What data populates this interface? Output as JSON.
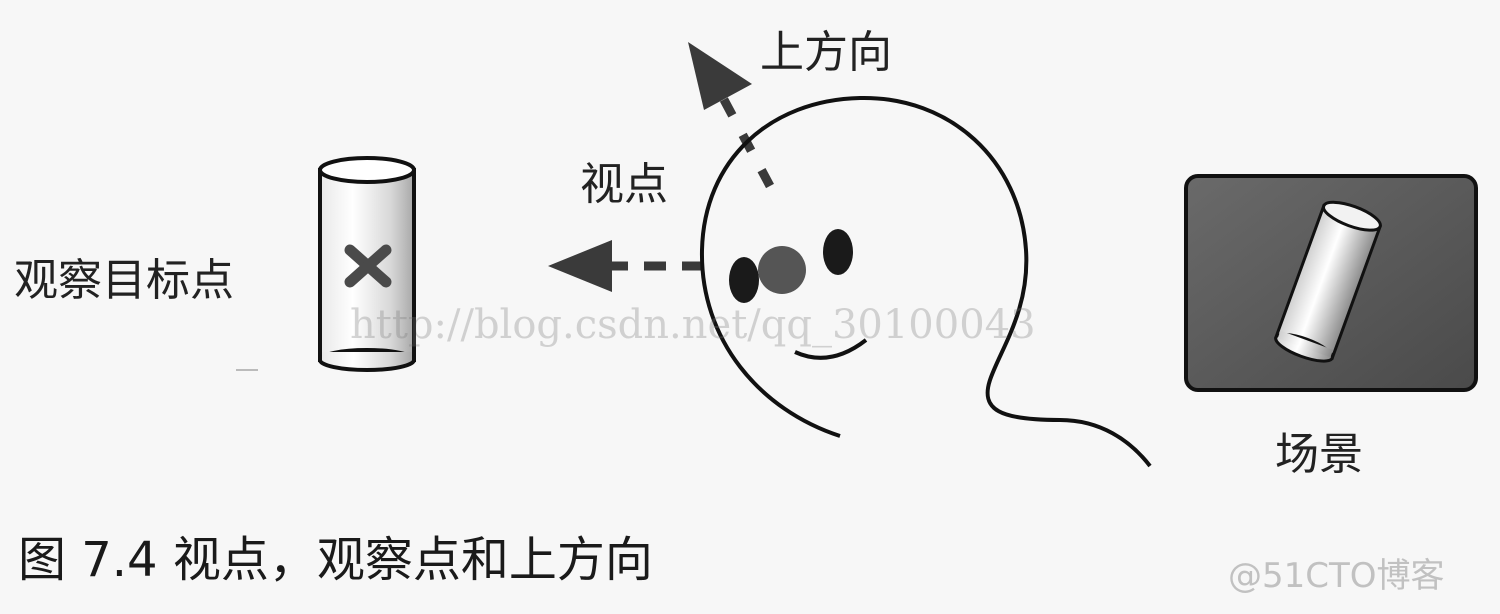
{
  "labels": {
    "up_direction": "上方向",
    "viewpoint": "视点",
    "look_at_point": "观察目标点",
    "scene": "场景"
  },
  "caption": "图 7.4  视点，观察点和上方向",
  "watermarks": {
    "url": "http://blog.csdn.net/qq_30100043",
    "corner": "@51CTO博客"
  },
  "colors": {
    "ink": "#111111",
    "arrow": "#3a3a3a",
    "scene_panel": "#555555",
    "target_mark": "#4a4a4a"
  }
}
